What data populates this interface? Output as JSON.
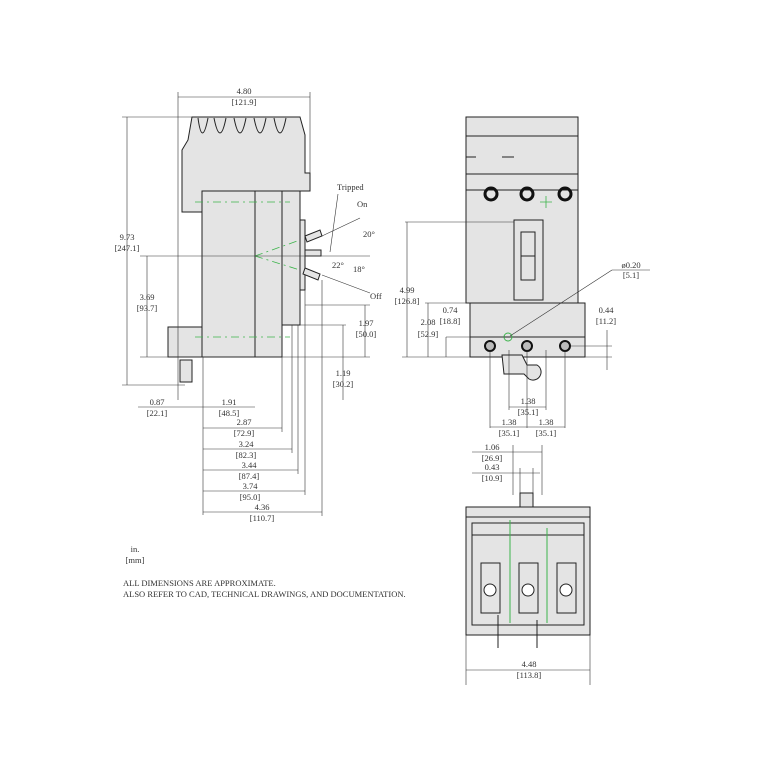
{
  "side_view": {
    "width": {
      "in": "4.80",
      "mm": "[121.9]"
    },
    "height": {
      "in": "9.73",
      "mm": "[247.1]"
    },
    "handle_height": {
      "in": "3.69",
      "mm": "[93.7]"
    },
    "handle_positions": {
      "tripped": "Tripped",
      "on": "On",
      "off": "Off"
    },
    "angles": {
      "on": "20°",
      "tripped": "22°",
      "off": "18°"
    },
    "d_1_97": {
      "in": "1.97",
      "mm": "[50.0]"
    },
    "d_1_19": {
      "in": "1.19",
      "mm": "[30.2]"
    },
    "depths": [
      {
        "in": "0.87",
        "mm": "[22.1]"
      },
      {
        "in": "1.91",
        "mm": "[48.5]"
      },
      {
        "in": "2.87",
        "mm": "[72.9]"
      },
      {
        "in": "3.24",
        "mm": "[82.3]"
      },
      {
        "in": "3.44",
        "mm": "[87.4]"
      },
      {
        "in": "3.74",
        "mm": "[95.0]"
      },
      {
        "in": "4.36",
        "mm": "[110.7]"
      }
    ]
  },
  "front_view": {
    "d_4_99": {
      "in": "4.99",
      "mm": "[126.8]"
    },
    "d_2_08": {
      "in": "2.08",
      "mm": "[52.9]"
    },
    "d_0_74": {
      "in": "0.74",
      "mm": "[18.8]"
    },
    "hole": {
      "in": "ø0.20",
      "mm": "[5.1]"
    },
    "d_0_44": {
      "in": "0.44",
      "mm": "[11.2]"
    },
    "spacing_top": {
      "in": "1.38",
      "mm": "[35.1]"
    },
    "spacing_left": {
      "in": "1.38",
      "mm": "[35.1]"
    },
    "spacing_right": {
      "in": "1.38",
      "mm": "[35.1]"
    },
    "d_1_06": {
      "in": "1.06",
      "mm": "[26.9]"
    },
    "d_0_43": {
      "in": "0.43",
      "mm": "[10.9]"
    }
  },
  "bottom_view": {
    "width": {
      "in": "4.48",
      "mm": "[113.8]"
    }
  },
  "legend": {
    "units_in": "in.",
    "units_mm": "[mm]"
  },
  "notes": [
    "ALL DIMENSIONS ARE APPROXIMATE.",
    "ALSO REFER TO CAD, TECHNICAL DRAWINGS, AND DOCUMENTATION."
  ],
  "colors": {
    "body": "#e4e4e4",
    "centerline": "#3cb44b",
    "line": "#222222"
  }
}
